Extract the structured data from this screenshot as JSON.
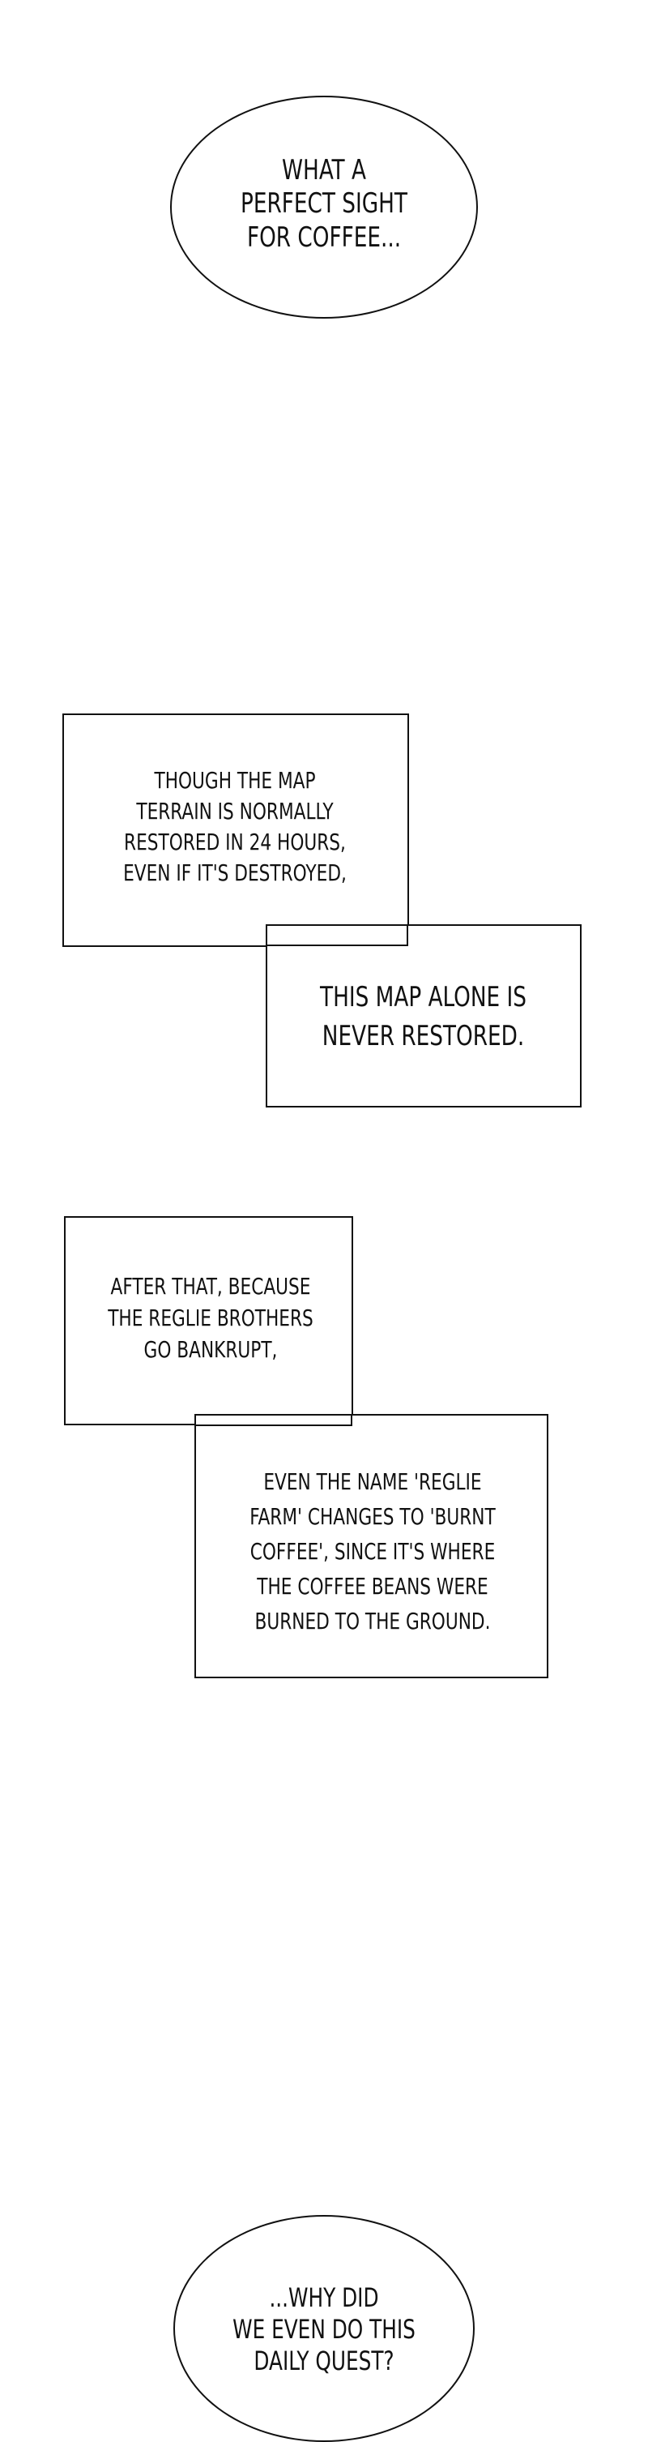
{
  "panels": [
    {
      "type": "bubble",
      "text": "WHAT A\nPERFECT SIGHT\nFOR COFFEE..."
    },
    {
      "type": "caption-pair",
      "top": "THOUGH THE MAP\nTERRAIN IS NORMALLY\nRESTORED IN 24 HOURS,\nEVEN IF IT'S DESTROYED,",
      "bottom": "THIS MAP ALONE IS\nNEVER RESTORED."
    },
    {
      "type": "caption-pair",
      "top": "AFTER THAT, BECAUSE\nTHE REGLIE BROTHERS\nGO BANKRUPT,",
      "bottom": "EVEN THE NAME 'REGLIE\nFARM' CHANGES TO 'BURNT\nCOFFEE', SINCE IT'S WHERE\nTHE COFFEE BEANS WERE\nBURNED TO THE GROUND."
    },
    {
      "type": "bubble",
      "text": "...WHY DID\nWE EVEN DO THIS\nDAILY QUEST?"
    }
  ]
}
